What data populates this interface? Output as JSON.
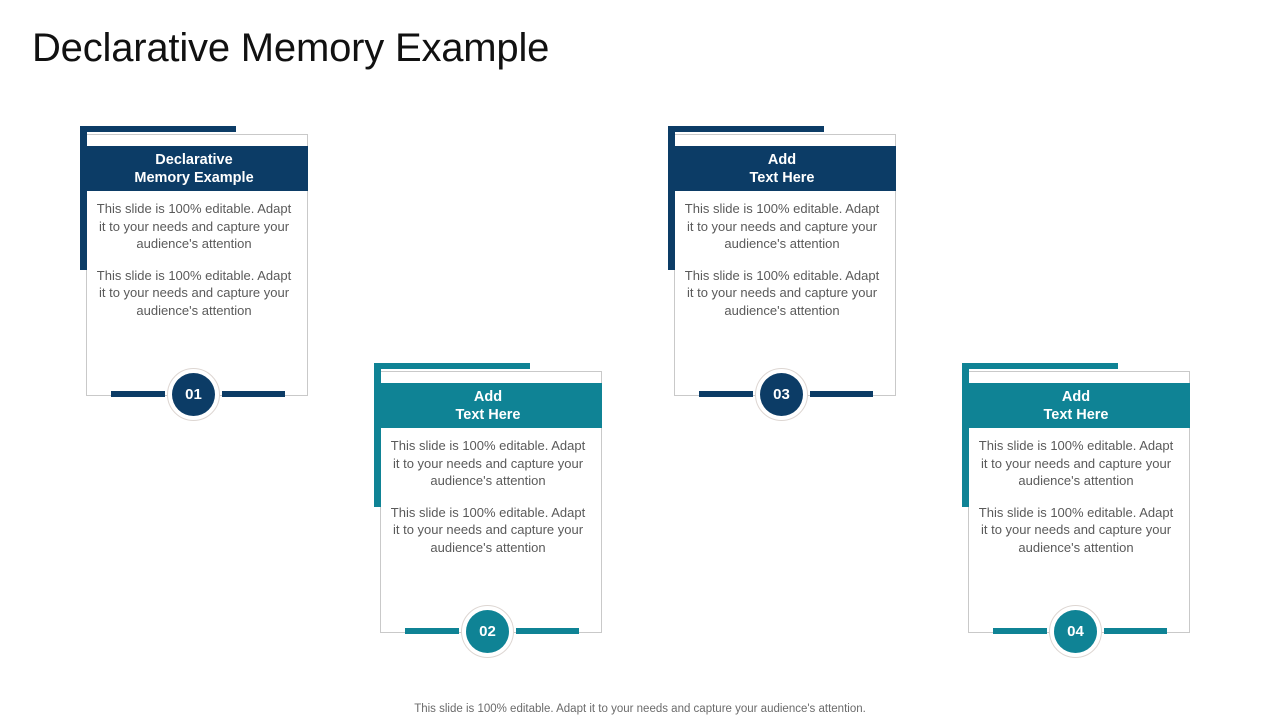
{
  "slide": {
    "title": "Declarative Memory Example",
    "footer_note": "This slide is 100% editable. Adapt it to your needs and capture your audience's attention."
  },
  "colors": {
    "navy": "#0c3c66",
    "teal": "#0f8395",
    "body_text": "#5a5a5a",
    "title_text": "#111111",
    "card_border": "#c9c9c9",
    "badge_ring": "#ddd6d2"
  },
  "cards": [
    {
      "number": "01",
      "theme": "navy",
      "title_line1": "Declarative",
      "title_line2": "Memory Example",
      "paragraph1": "This slide is 100% editable. Adapt it to your needs and capture your audience's attention",
      "paragraph2": "This slide is 100% editable. Adapt it to your needs and capture your audience's attention"
    },
    {
      "number": "02",
      "theme": "teal",
      "title_line1": "Add",
      "title_line2": "Text Here",
      "paragraph1": "This slide is 100% editable. Adapt it to your needs and capture your audience's attention",
      "paragraph2": "This slide is 100% editable. Adapt it to your needs and capture your audience's attention"
    },
    {
      "number": "03",
      "theme": "navy",
      "title_line1": "Add",
      "title_line2": "Text Here",
      "paragraph1": "This slide is 100% editable. Adapt it to your needs and capture your audience's attention",
      "paragraph2": "This slide is 100% editable. Adapt it to your needs and capture your audience's attention"
    },
    {
      "number": "04",
      "theme": "teal",
      "title_line1": "Add",
      "title_line2": "Text Here",
      "paragraph1": "This slide is 100% editable. Adapt it to your needs and capture your audience's attention",
      "paragraph2": "This slide is 100% editable. Adapt it to your needs and capture your audience's attention"
    }
  ]
}
